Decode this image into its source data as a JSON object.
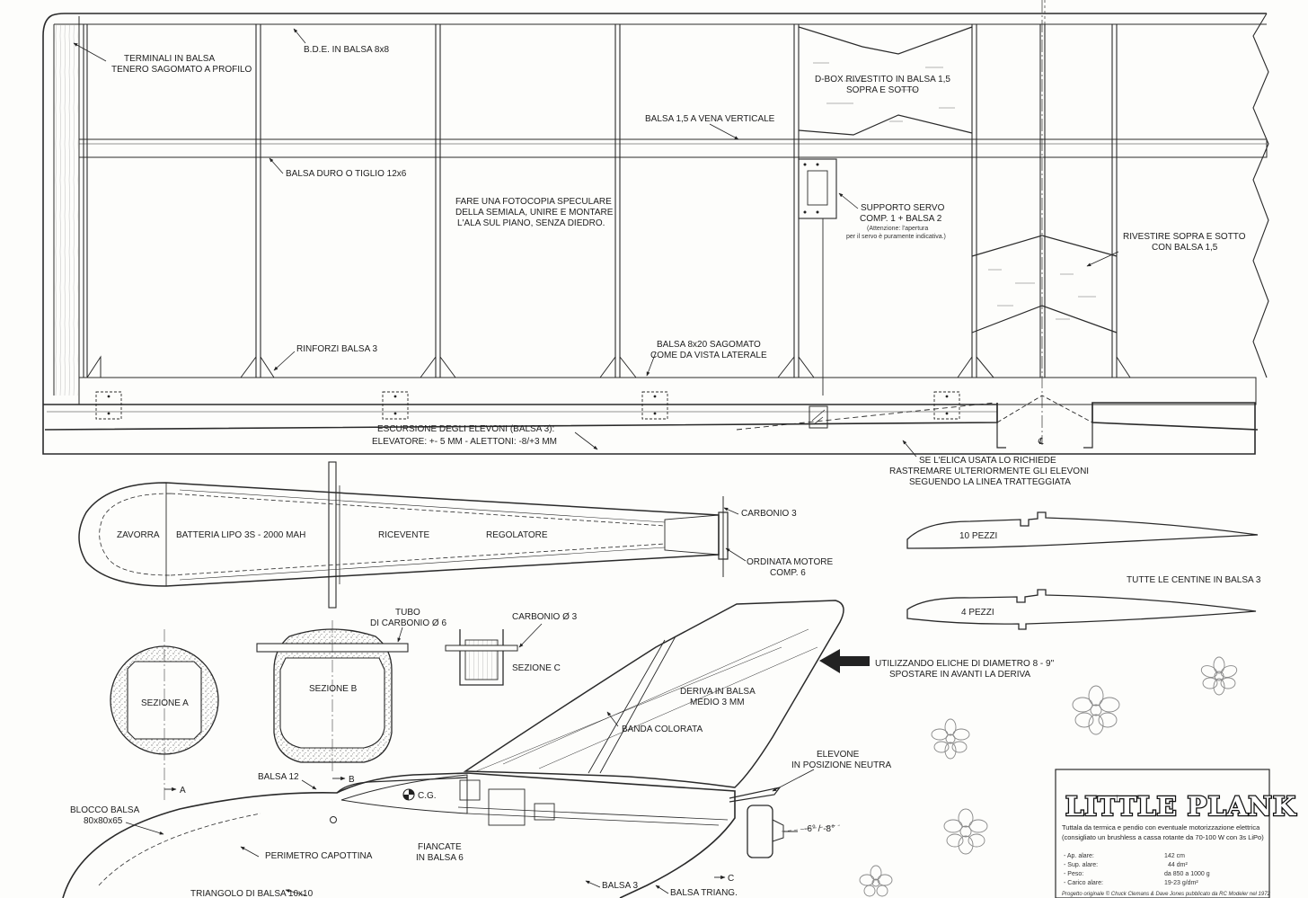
{
  "wing": {
    "labels": {
      "terminali_1": "TERMINALI IN BALSA",
      "terminali_2": "TENERO SAGOMATO A PROFILO",
      "bde": "B.D.E. IN BALSA 8x8",
      "dbox_1": "D-BOX RIVESTITO IN BALSA 1,5",
      "dbox_2": "SOPRA E SOTTO",
      "balsa_vena": "BALSA 1,5 A VENA VERTICALE",
      "balsa_duro": "BALSA DURO O TIGLIO 12x6",
      "fotocopia_1": "FARE UNA FOTOCOPIA SPECULARE",
      "fotocopia_2": "DELLA SEMIALA, UNIRE E MONTARE",
      "fotocopia_3": "L'ALA SUL PIANO, SENZA DIEDRO.",
      "servo_1": "SUPPORTO SERVO",
      "servo_2": "COMP. 1 + BALSA 2",
      "servo_3": "(Attenzione: l'apertura",
      "servo_4": "per il servo è puramente indicativa.)",
      "rivestire_1": "RIVESTIRE SOPRA E SOTTO",
      "rivestire_2": "CON BALSA 1,5",
      "rinforzi": "RINFORZI BALSA 3",
      "balsa_8x20_1": "BALSA 8x20 SAGOMATO",
      "balsa_8x20_2": "COME DA VISTA LATERALE",
      "escursione_1": "ESCURSIONE DEGLI ELEVONI (BALSA 3):",
      "escursione_2": "ELEVATORE: +- 5 MM - ALETTONI: -8/+3 MM",
      "elica_1": "SE L'ELICA USATA LO RICHIEDE",
      "elica_2": "RASTREMARE ULTERIORMENTE GLI ELEVONI",
      "elica_3": "SEGUENDO LA LINEA TRATTEGGIATA"
    }
  },
  "fuselage_top": {
    "zavorra": "ZAVORRA",
    "batteria": "BATTERIA LIPO 3S - 2000 MAH",
    "ricevente": "RICEVENTE",
    "regolatore": "REGOLATORE",
    "carbonio3": "CARBONIO 3",
    "ordinata_1": "ORDINATA MOTORE",
    "ordinata_2": "COMP. 6"
  },
  "ribs": {
    "rib1": "10 PEZZI",
    "rib2": "4 PEZZI",
    "note": "TUTTE LE CENTINE IN BALSA 3"
  },
  "sections": {
    "tubo_1": "TUBO",
    "tubo_2": "DI CARBONIO Ø 6",
    "carbonio_s": "CARBONIO  Ø 3",
    "sez_a": "SEZIONE A",
    "sez_b": "SEZIONE B",
    "sez_c": "SEZIONE C"
  },
  "side_view": {
    "elica_1": "UTILIZZANDO ELICHE DI DIAMETRO 8 - 9\"",
    "elica_2": "SPOSTARE IN AVANTI LA DERIVA",
    "deriva_1": "DERIVA IN BALSA",
    "deriva_2": "MEDIO 3 MM",
    "banda": "BANDA COLORATA",
    "elevone_1": "ELEVONE",
    "elevone_2": "IN POSIZIONE NEUTRA",
    "balsa12": "BALSA 12",
    "blocco_1": "BLOCCO BALSA",
    "blocco_2": "80x80x65",
    "perimetro": "PERIMETRO CAPOTTINA",
    "fiancate_1": "FIANCATE",
    "fiancate_2": "IN BALSA 6",
    "triangolo": "TRIANGOLO DI BALSA 10x10",
    "balsa3": "BALSA 3",
    "balsa_triang": "BALSA TRIANG.",
    "cg": "C.G.",
    "angle": "-6° / -8°",
    "mark_a": "A",
    "mark_b": "B",
    "mark_c": "C"
  },
  "title_block": {
    "title": "LITTLE PLANK",
    "sub_1": "Tuttala da termica e pendio con eventuale motorizzazione elettrica",
    "sub_2": "(consigliato un brushless a cassa rotante da 70-100 W con 3s LiPo)",
    "specs": [
      {
        "label": "- Ap. alare:",
        "value": "142 cm"
      },
      {
        "label": "- Sup. alare:",
        "value": "44 dm²"
      },
      {
        "label": "- Peso:",
        "value": "da 850 a 1000 g"
      },
      {
        "label": "- Carico alare:",
        "value": "19-23 g/dm²"
      }
    ],
    "credit": "Progetto originale © Chuck Clemans & Dave Jones pubblicato da RC Modeler nel 1972"
  }
}
